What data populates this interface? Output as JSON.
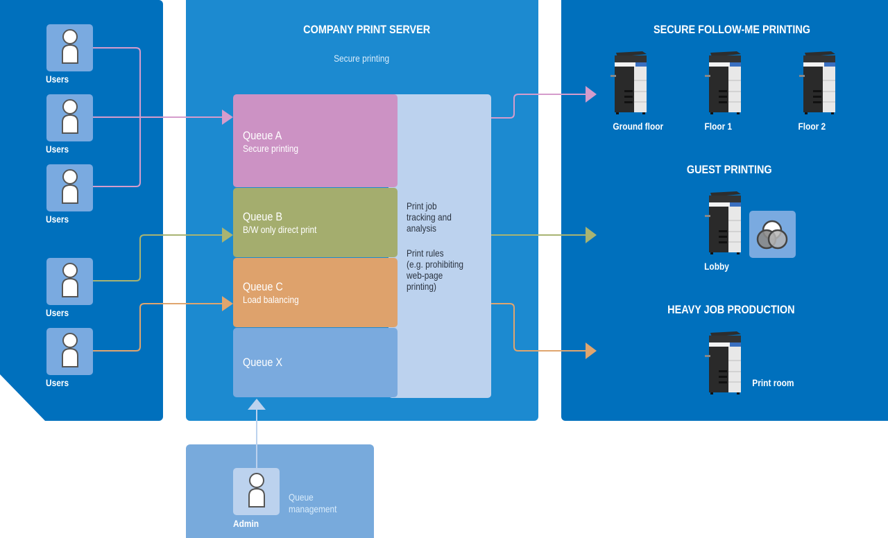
{
  "users_panel": {
    "users": [
      {
        "label": "Users",
        "route": "queue-a"
      },
      {
        "label": "Users",
        "route": "queue-a"
      },
      {
        "label": "Users",
        "route": "queue-a"
      },
      {
        "label": "Users",
        "route": "queue-b"
      },
      {
        "label": "Users",
        "route": "queue-c"
      }
    ]
  },
  "server": {
    "title": "COMPANY PRINT SERVER",
    "subtitle": "Secure printing",
    "queues": [
      {
        "name": "Queue A",
        "desc": "Secure printing",
        "color": "#cc92c4"
      },
      {
        "name": "Queue B",
        "desc": "B/W only direct print",
        "color": "#a4ad6e"
      },
      {
        "name": "Queue C",
        "desc": "Load balancing",
        "color": "#dea26c"
      },
      {
        "name": "Queue X",
        "desc": "",
        "color": "#7aaade"
      }
    ],
    "tracking": {
      "line1": "Print job\ntracking and\nanalysis",
      "line2": "Print rules\n(e.g. prohibiting\nweb-page\nprinting)"
    }
  },
  "admin": {
    "label": "Admin",
    "desc": "Queue\nmanagement"
  },
  "destinations": {
    "secure": {
      "title": "SECURE FOLLOW-ME PRINTING",
      "printers": [
        "Ground floor",
        "Floor 1",
        "Floor 2"
      ]
    },
    "guest": {
      "title": "GUEST PRINTING",
      "printers": [
        "Lobby"
      ],
      "icon": "color-circles-icon"
    },
    "heavy": {
      "title": "HEAVY JOB PRODUCTION",
      "printers": [
        "Print room"
      ]
    }
  },
  "colors": {
    "pink": "#d59ccc",
    "green": "#a8b472",
    "orange": "#e0a56e",
    "admin_line": "#bcd2ee"
  }
}
